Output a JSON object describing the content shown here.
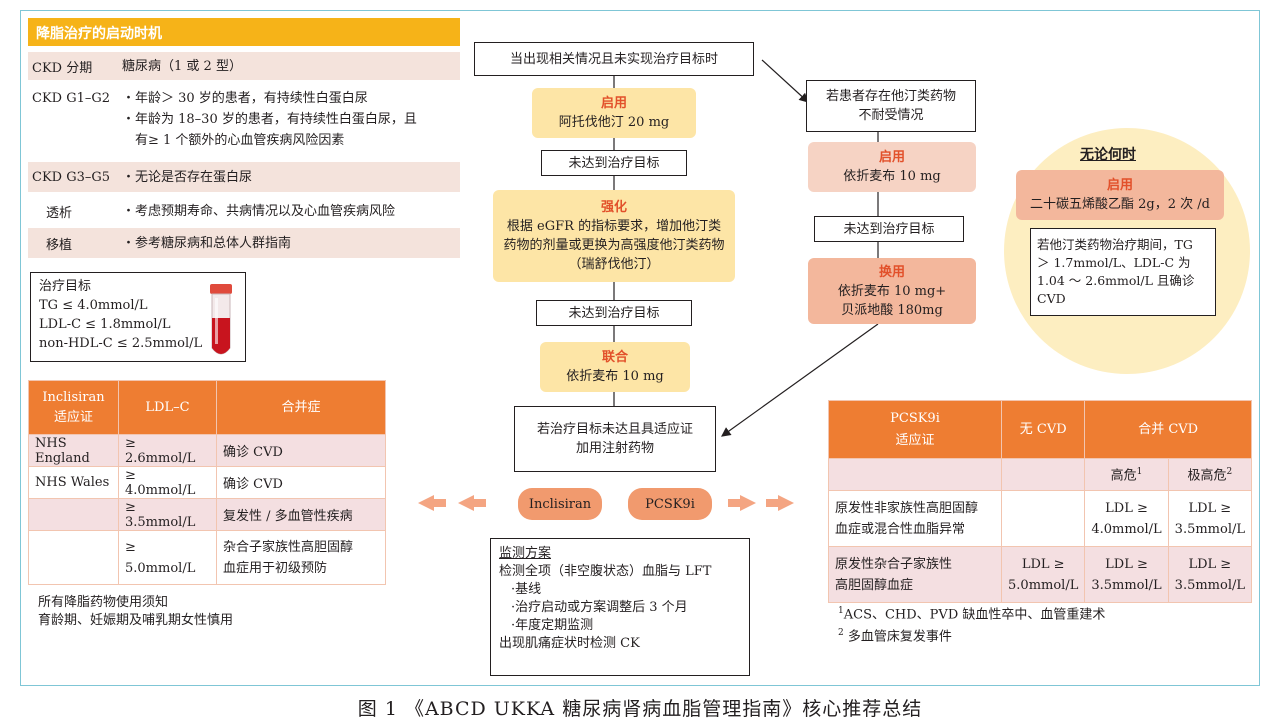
{
  "criteria": {
    "title": "降脂治疗的启动时机",
    "rows": [
      {
        "k": "CKD 分期",
        "v": [
          "糖尿病（1 或 2 型）"
        ]
      },
      {
        "k": "CKD G1–G2",
        "v": [
          "・年龄＞ 30 岁的患者，有持续性白蛋白尿",
          "・年龄为 18–30 岁的患者，有持续性白蛋白尿，且",
          "　有≥ 1 个额外的心血管疾病风险因素"
        ]
      },
      {
        "k": "CKD G3–G5",
        "v": [
          "・无论是否存在蛋白尿"
        ]
      },
      {
        "k": "透析",
        "v": [
          "・考虑预期寿命、共病情况以及心血管疾病风险"
        ]
      },
      {
        "k": "移植",
        "v": [
          "・参考糖尿病和总体人群指南"
        ]
      }
    ]
  },
  "goals": {
    "title": "治疗目标",
    "items": [
      "TG ≤ 4.0mmol/L",
      "LDL-C ≤ 1.8mmol/L",
      "non-HDL-C ≤ 2.5mmol/L"
    ]
  },
  "inclisiran_table": {
    "headers": [
      "Inclisiran\n适应证",
      "LDL–C",
      "合并症"
    ],
    "rows": [
      [
        "NHS England",
        "≥ 2.6mmol/L",
        "确诊 CVD"
      ],
      [
        "NHS Wales",
        "≥ 4.0mmol/L",
        "确诊 CVD"
      ],
      [
        "",
        "≥ 3.5mmol/L",
        "复发性 / 多血管性疾病"
      ],
      [
        "",
        "≥ 5.0mmol/L",
        "杂合子家族性高胆固醇\n血症用于初级预防"
      ]
    ]
  },
  "left_note": [
    "所有降脂药物使用须知",
    "育龄期、妊娠期及哺乳期女性慎用"
  ],
  "flow": {
    "start": "当出现相关情况且未实现治疗目标时",
    "step1_title": "启用",
    "step1_text": "阿托伐他汀 20 mg",
    "not_met_1": "未达到治疗目标",
    "step2_title": "强化",
    "step2_text": "根据 eGFR 的指标要求，增加他汀类药物的剂量或更换为高强度他汀类药物（瑞舒伐他汀）",
    "not_met_2": "未达到治疗目标",
    "step3_title": "联合",
    "step3_text": "依折麦布 10 mg",
    "injectable": "若治疗目标未达且具适应证\n加用注射药物",
    "pill_left": "Inclisiran",
    "pill_right": "PCSK9i",
    "intolerant": "若患者存在他汀类药物\n不耐受情况",
    "alt1_title": "启用",
    "alt1_text": "依折麦布 10 mg",
    "not_met_3": "未达到治疗目标",
    "alt2_title": "换用",
    "alt2_text": "依折麦布 10 mg+\n贝派地酸 180mg"
  },
  "anytime": {
    "title": "无论何时",
    "start_title": "启用",
    "start_text": "二十碳五烯酸乙酯 2g，2 次 /d",
    "condition": "若他汀类药物治疗期间，TG ＞ 1.7mmol/L、LDL-C 为 1.04 ～ 2.6mmol/L 且确诊 CVD"
  },
  "monitor": {
    "title": "监测方案",
    "lines": [
      "检测全项（非空腹状态）血脂与 LFT",
      "·基线",
      "·治疗启动或方案调整后 3 个月",
      "·年度定期监测",
      "出现肌痛症状时检测 CK"
    ]
  },
  "pcsk9_table": {
    "h1": "PCSK9i\n适应证",
    "h2": "无 CVD",
    "h3": "合并 CVD",
    "sub_high": "高危",
    "sub_high_sup": "1",
    "sub_vhigh": "极高危",
    "sub_vhigh_sup": "2",
    "rows": [
      [
        "原发性非家族性高胆固醇\n血症或混合性血脂异常",
        "",
        "LDL ≥\n4.0mmol/L",
        "LDL ≥\n3.5mmol/L"
      ],
      [
        "原发性杂合子家族性\n高胆固醇血症",
        "LDL ≥\n5.0mmol/L",
        "LDL ≥\n3.5mmol/L",
        "LDL ≥\n3.5mmol/L"
      ]
    ]
  },
  "footnotes": [
    {
      "sup": "1",
      "text": "ACS、CHD、PVD 缺血性卒中、血管重建术"
    },
    {
      "sup": "2",
      "text": " 多血管床复发事件"
    }
  ],
  "caption": "图 1 《ABCD UKKA 糖尿病肾病血脂管理指南》核心推荐总结",
  "colors": {
    "orange": "#ee7d32",
    "yellow": "#f6b318",
    "pink": "#f4dfe1",
    "frame": "#7fc6d6"
  }
}
